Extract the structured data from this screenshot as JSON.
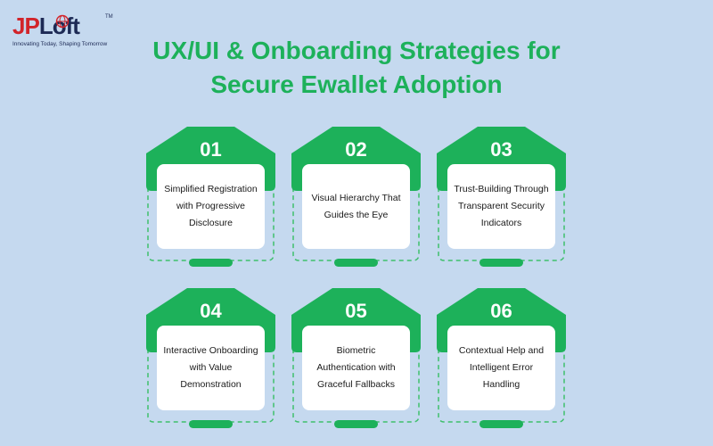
{
  "logo": {
    "brand_jp": "JP",
    "brand_loft": "Loft",
    "trademark": "TM",
    "tagline": "Innovating Today, Shaping Tomorrow"
  },
  "title": {
    "line1": "UX/UI & Onboarding Strategies for",
    "line2": "Secure Ewallet Adoption"
  },
  "colors": {
    "background": "#c5d9ef",
    "accent_green": "#1db15a",
    "dashed_green": "#3fbf6c",
    "logo_red": "#d2242a",
    "logo_navy": "#1d2a55"
  },
  "cards": [
    {
      "number": "01",
      "text": "Simplified Registration with Progressive Disclosure"
    },
    {
      "number": "02",
      "text": "Visual Hierarchy That Guides the Eye"
    },
    {
      "number": "03",
      "text": "Trust-Building Through Transparent Security Indicators"
    },
    {
      "number": "04",
      "text": "Interactive Onboarding with Value Demonstration"
    },
    {
      "number": "05",
      "text": "Biometric Authentication with Graceful Fallbacks"
    },
    {
      "number": "06",
      "text": "Contextual Help and Intelligent Error Handling"
    }
  ]
}
